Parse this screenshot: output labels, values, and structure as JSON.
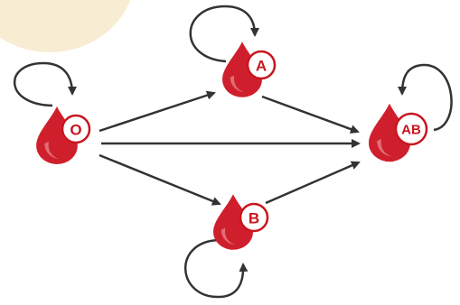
{
  "colors": {
    "background": "#ffffff",
    "accent_blob": "#f8edd2",
    "drop_red": "#d01f2c",
    "drop_dark": "#a3121c",
    "badge_border": "#c9151e",
    "badge_fill": "#ffffff",
    "arrow": "#333333"
  },
  "nodes": [
    {
      "id": "O",
      "label": "O",
      "icon": "blood-drop-icon"
    },
    {
      "id": "A",
      "label": "A",
      "icon": "blood-drop-icon"
    },
    {
      "id": "B",
      "label": "B",
      "icon": "blood-drop-icon"
    },
    {
      "id": "AB",
      "label": "AB",
      "icon": "blood-drop-icon"
    }
  ],
  "edges": [
    {
      "from": "O",
      "to": "A"
    },
    {
      "from": "O",
      "to": "B"
    },
    {
      "from": "O",
      "to": "AB"
    },
    {
      "from": "A",
      "to": "AB"
    },
    {
      "from": "B",
      "to": "AB"
    },
    {
      "from": "O",
      "to": "O"
    },
    {
      "from": "A",
      "to": "A"
    },
    {
      "from": "B",
      "to": "B"
    },
    {
      "from": "AB",
      "to": "AB"
    }
  ]
}
